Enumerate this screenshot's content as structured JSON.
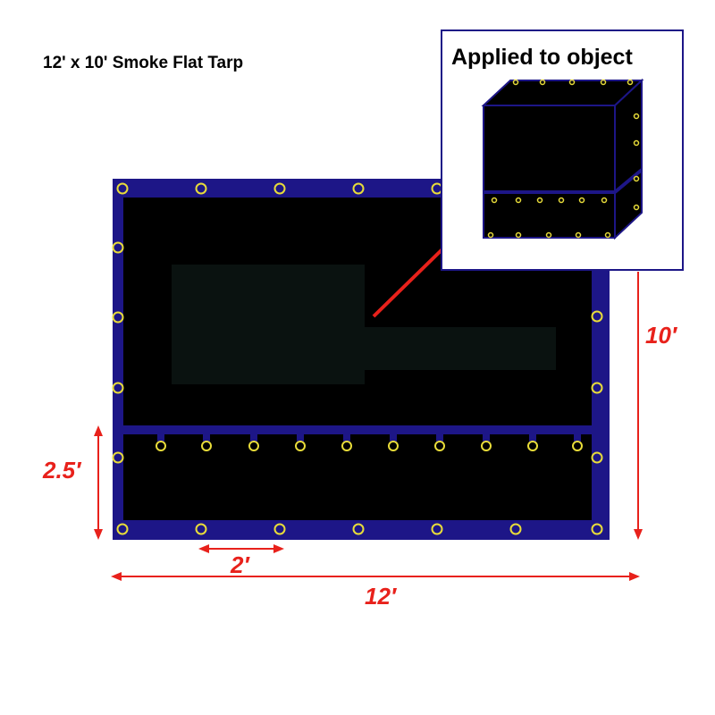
{
  "title": "12' x 10' Smoke Flat Tarp",
  "inset": {
    "label": "Applied to object"
  },
  "dimensions": {
    "width": "12′",
    "height": "10′",
    "flap_height": "2.5′",
    "grommet_spacing": "2′"
  },
  "colors": {
    "tarp_body": "#000000",
    "border": "#1d1687",
    "grommet": "#e8dc3a",
    "arrow": "#e8211b"
  }
}
